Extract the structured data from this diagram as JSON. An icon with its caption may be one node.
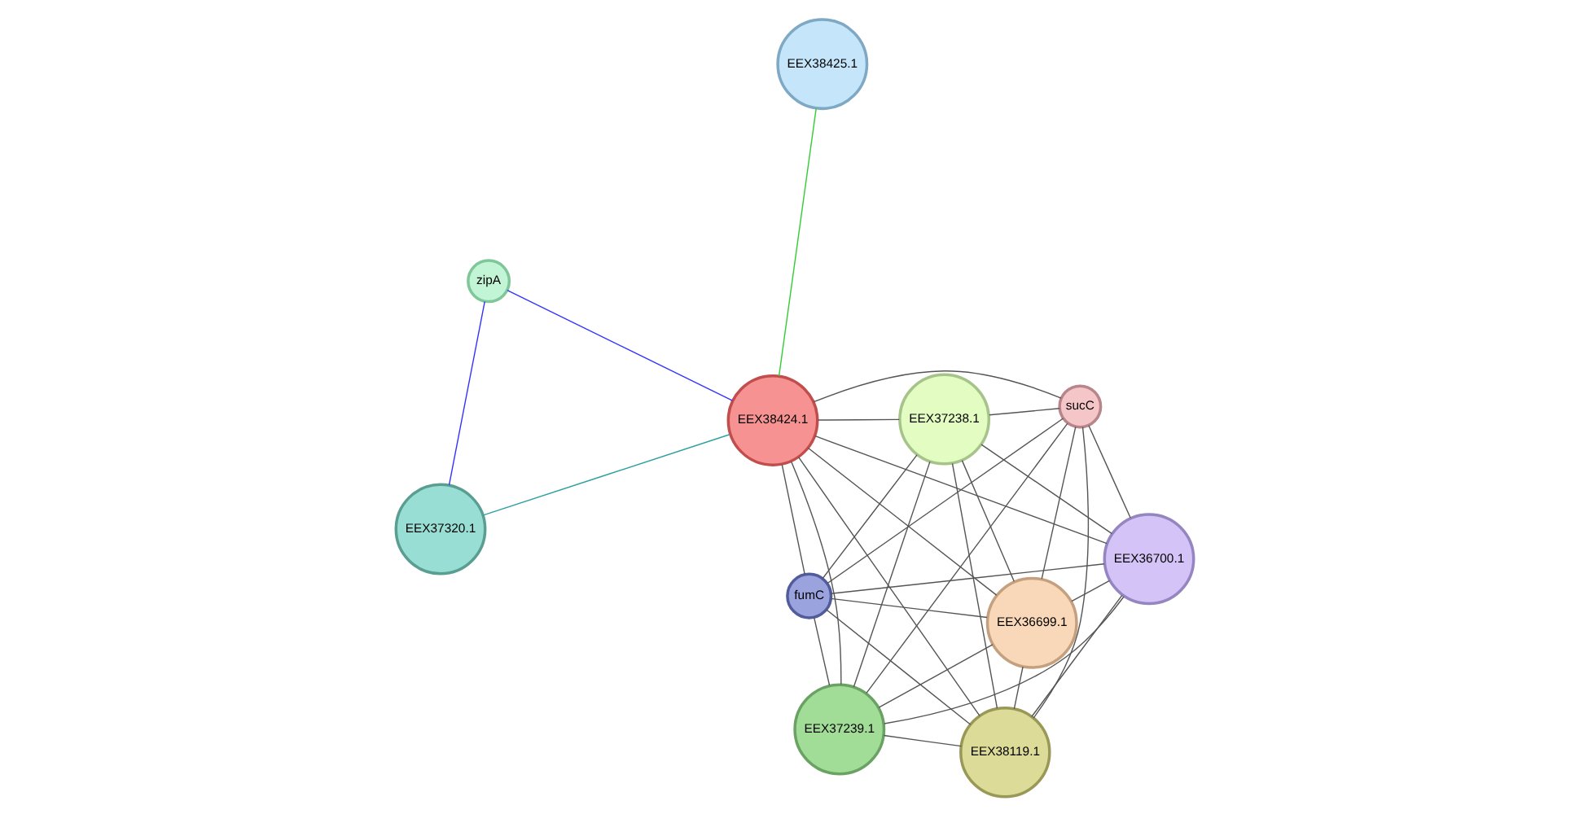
{
  "diagram": {
    "nodes": [
      {
        "text": [
          "zipA"
        ]
      },
      {
        "text": [
          "EEX38425.1"
        ]
      },
      {
        "text": [
          "EEX37320.1"
        ]
      },
      {
        "text": [
          "EEX38424.1"
        ]
      },
      {
        "text": [
          "sucC"
        ]
      },
      {
        "text": [
          "EEX37238.1"
        ]
      },
      {
        "text": [
          "EEX37239.1"
        ]
      },
      {
        "text": [
          "EEX36700.1"
        ]
      },
      {
        "text": [
          "fumC"
        ]
      },
      {
        "text": [
          "EEX38119.1"
        ]
      },
      {
        "text": [
          "EEX36699.1"
        ]
      }
    ],
    "edges": [
      {
        "from": 1,
        "to": 3,
        "arrow": "none",
        "color": "#33cc33"
      },
      {
        "from": 0,
        "to": 3,
        "arrow": "none",
        "color": "#3333ff"
      },
      {
        "from": 0,
        "to": 2,
        "arrow": "none",
        "color": "#3333ff"
      },
      {
        "from": 2,
        "to": 3,
        "arrow": "none",
        "color": "#2f9fa0"
      },
      {
        "from": 3,
        "to": 4,
        "arrow": "none"
      },
      {
        "from": 3,
        "to": 5,
        "arrow": "none"
      },
      {
        "from": 3,
        "to": 6,
        "arrow": "none"
      },
      {
        "from": 3,
        "to": 7,
        "arrow": "none"
      },
      {
        "from": 3,
        "to": 8,
        "arrow": "none"
      },
      {
        "from": 3,
        "to": 9,
        "arrow": "none"
      },
      {
        "from": 3,
        "to": 10,
        "arrow": "none"
      },
      {
        "from": 4,
        "to": 5,
        "arrow": "none"
      },
      {
        "from": 4,
        "to": 6,
        "arrow": "none"
      },
      {
        "from": 4,
        "to": 7,
        "arrow": "none"
      },
      {
        "from": 4,
        "to": 8,
        "arrow": "none"
      },
      {
        "from": 4,
        "to": 9,
        "arrow": "none"
      },
      {
        "from": 4,
        "to": 10,
        "arrow": "none"
      },
      {
        "from": 5,
        "to": 6,
        "arrow": "none"
      },
      {
        "from": 5,
        "to": 7,
        "arrow": "none"
      },
      {
        "from": 5,
        "to": 8,
        "arrow": "none"
      },
      {
        "from": 5,
        "to": 9,
        "arrow": "none"
      },
      {
        "from": 5,
        "to": 10,
        "arrow": "none"
      },
      {
        "from": 6,
        "to": 7,
        "arrow": "none"
      },
      {
        "from": 6,
        "to": 8,
        "arrow": "none"
      },
      {
        "from": 6,
        "to": 9,
        "arrow": "none"
      },
      {
        "from": 6,
        "to": 10,
        "arrow": "none"
      },
      {
        "from": 7,
        "to": 8,
        "arrow": "none"
      },
      {
        "from": 7,
        "to": 9,
        "arrow": "none"
      },
      {
        "from": 7,
        "to": 10,
        "arrow": "none"
      },
      {
        "from": 8,
        "to": 9,
        "arrow": "none"
      },
      {
        "from": 8,
        "to": 10,
        "arrow": "none"
      },
      {
        "from": 9,
        "to": 10,
        "arrow": "none"
      }
    ]
  }
}
